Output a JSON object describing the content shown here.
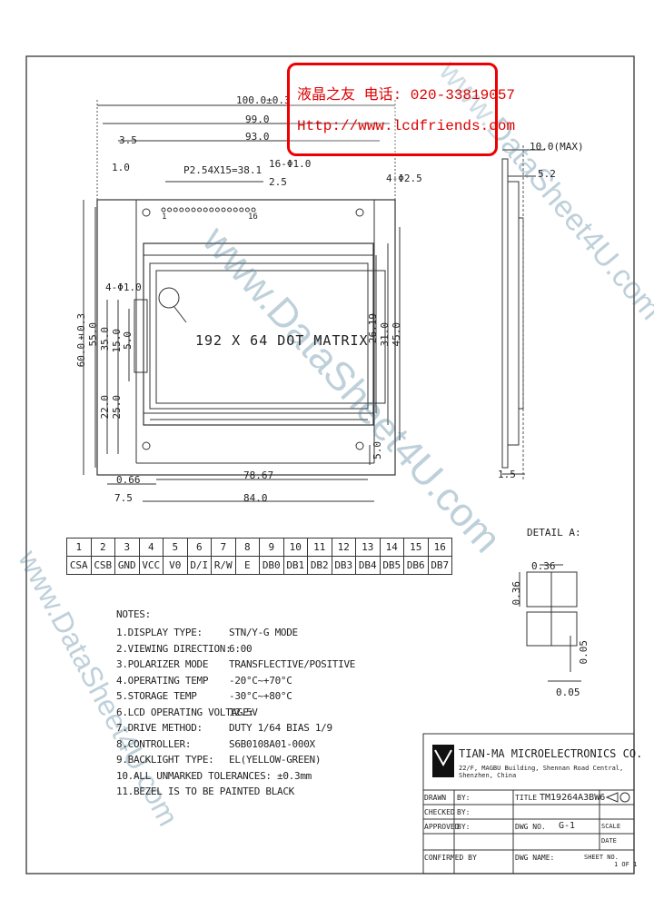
{
  "stamp": {
    "line1": "液晶之友 电话: 020-33819057",
    "line2": "Http://www.lcdfriends.com"
  },
  "watermarks": [
    "www.DataSheet4U.com",
    "www.DataSheet4U.com",
    "www.DataSheet4U.com"
  ],
  "front_view": {
    "dim_top": [
      "100.0±0.3",
      "99.0",
      "93.0"
    ],
    "dim_left_small": [
      "3.5",
      "1.0"
    ],
    "pitch": "P2.54X15=38.1",
    "holes": "16-Φ1.0",
    "hole_offset": "2.5",
    "mount_holes": "4-Φ2.5",
    "pin_first": "1",
    "pin_last": "16",
    "inner_note": "4-Φ1.0",
    "dot_matrix": "192 X 64 DOT MATRIX",
    "dim_right": [
      "26.19",
      "31.0",
      "45.0"
    ],
    "dim_left": [
      "60.0±0.3",
      "55.0",
      "35.0",
      "15.0",
      "5.0",
      "22.0",
      "25.0"
    ],
    "dim_bottom": [
      "0.66",
      "7.5",
      "78.67",
      "84.0"
    ],
    "dim_br": "5.0"
  },
  "side_view": {
    "max": "10.0(MAX)",
    "d1": "5.2",
    "d2": "1.5"
  },
  "pins": {
    "numbers": [
      "1",
      "2",
      "3",
      "4",
      "5",
      "6",
      "7",
      "8",
      "9",
      "10",
      "11",
      "12",
      "13",
      "14",
      "15",
      "16"
    ],
    "names": [
      "CSA",
      "CSB",
      "GND",
      "VCC",
      "V0",
      "D/I",
      "R/W",
      "E",
      "DB0",
      "DB1",
      "DB2",
      "DB3",
      "DB4",
      "DB5",
      "DB6",
      "DB7"
    ]
  },
  "detail": {
    "title": "DETAIL A:",
    "d1": "0.36",
    "d2": "0.36",
    "d3": "0.05",
    "d4": "0.05"
  },
  "notes": {
    "header": "NOTES:",
    "items": [
      {
        "label": "1.DISPLAY TYPE:",
        "value": "STN/Y-G MODE"
      },
      {
        "label": "2.VIEWING DIRECTION:",
        "value": "6:00"
      },
      {
        "label": "3.POLARIZER MODE",
        "value": "TRANSFLECTIVE/POSITIVE"
      },
      {
        "label": "4.OPERATING TEMP",
        "value": "-20°C~+70°C"
      },
      {
        "label": "5.STORAGE TEMP",
        "value": "-30°C~+80°C"
      },
      {
        "label": "6.LCD OPERATING VOLTAGE:",
        "value": "12.5V"
      },
      {
        "label": "7.DRIVE METHOD:",
        "value": "DUTY 1/64 BIAS 1/9"
      },
      {
        "label": "8.CONTROLLER:",
        "value": "S6B0108A01-000X"
      },
      {
        "label": "9.BACKLIGHT TYPE:",
        "value": "EL(YELLOW-GREEN)"
      },
      {
        "label": "10.ALL UNMARKED TOLERANCES: ±0.3mm",
        "value": ""
      },
      {
        "label": "11.BEZEL IS TO BE PAINTED BLACK",
        "value": ""
      }
    ]
  },
  "title_block": {
    "company": "TIAN-MA MICROELECTRONICS CO.",
    "address": "22/F, MAGBU Building, Shennan Road Central, Shenzhen, China",
    "drawn_label": "DRAWN",
    "drawn_by": "BY:",
    "checked_label": "CHECKED",
    "checked_by": "BY:",
    "approved_label": "APPROVED",
    "approved_by": "BY:",
    "confirmed_label": "CONFIRMED BY",
    "title_label": "TITLE",
    "title_value": "TM19264A3BW6",
    "dwg_label": "DWG NO.",
    "dwg_value": "G-1",
    "scale_label": "SCALE",
    "date_label": "DATE",
    "dwg_name_label": "DWG NAME:",
    "sheet_label": "SHEET NO.",
    "sheet_value": "1 OF 1"
  },
  "colors": {
    "stamp": "#e00000",
    "line": "#333333"
  }
}
